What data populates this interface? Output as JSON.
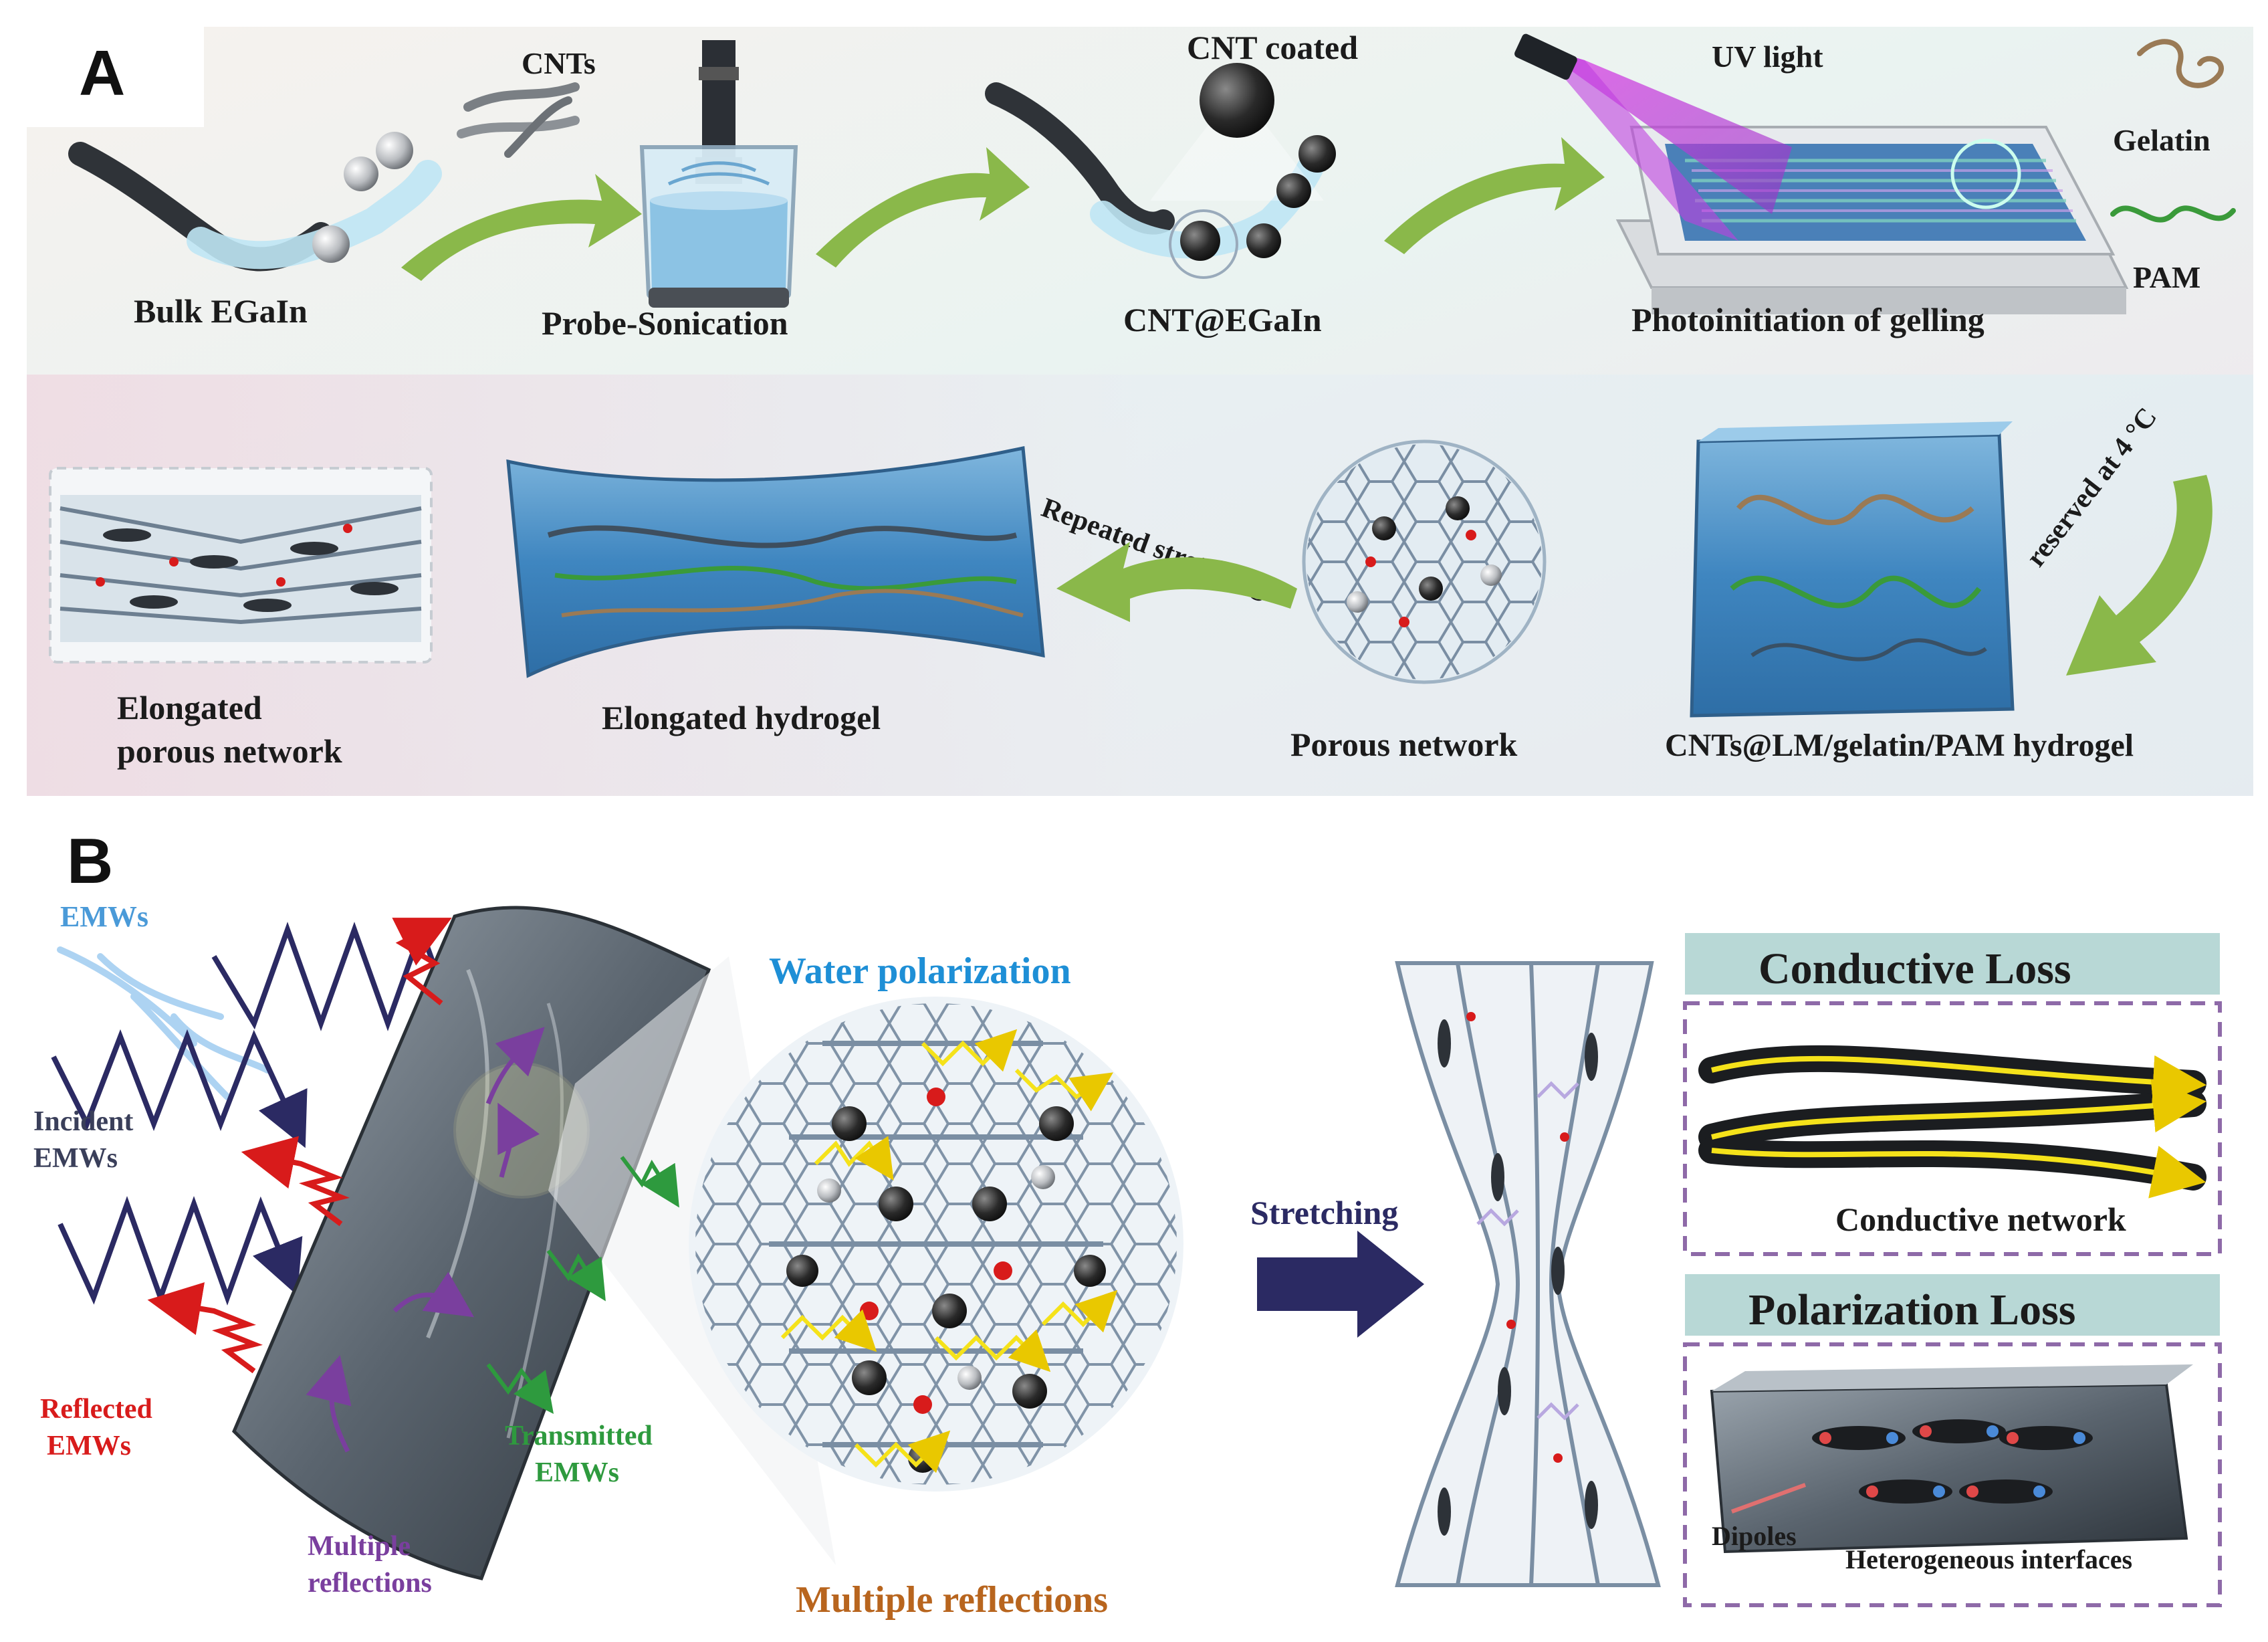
{
  "panel_a": {
    "letter": "A",
    "top_row": {
      "cnts_label": "CNTs",
      "cnt_coated_label": "CNT coated",
      "uv_light_label": "UV light",
      "steps": [
        "Bulk EGaIn",
        "Probe-Sonication",
        "CNT@EGaIn",
        "Photoinitiation of gelling"
      ],
      "legend": {
        "gelatin": "Gelatin",
        "pam": "PAM"
      }
    },
    "bottom_row": {
      "elongated_porous_network": [
        "Elongated",
        "porous network"
      ],
      "elongated_hydrogel": "Elongated hydrogel",
      "porous_network": "Porous network",
      "composite_hydrogel": "CNTs@LM/gelatin/PAM hydrogel",
      "repeated_stretching": "Repeated stretching",
      "reserved": "reserved at 4 °C"
    }
  },
  "panel_b": {
    "letter": "B",
    "emws": "EMWs",
    "incident": [
      "Incident",
      "EMWs"
    ],
    "reflected": [
      "Reflected",
      "EMWs"
    ],
    "transmitted": [
      "Transmitted",
      "EMWs"
    ],
    "multiple_reflections_small": [
      "Multiple",
      "reflections"
    ],
    "water_polarization": "Water polarization",
    "multiple_reflections_large": "Multiple reflections",
    "stretching": "Stretching",
    "conductive_loss": "Conductive Loss",
    "conductive_network": "Conductive network",
    "polarization_loss": "Polarization Loss",
    "dipoles": "Dipoles",
    "heterogeneous_interfaces": "Heterogeneous interfaces"
  },
  "colors": {
    "green_arrow": "#8ab84a",
    "navy_arrow": "#2b2a63",
    "reflected_red": "#d81b1b",
    "transmitted_green": "#2e9a3e",
    "purple": "#7a3f9e",
    "water_blue": "#1e8fd6",
    "orange_text": "#b8651e",
    "hydrogel_blue": "#4f93c8",
    "legend_bg": "#b8d8d6",
    "dashed_purple": "#8e6aa8",
    "yellow_wave": "#f5e21a"
  }
}
